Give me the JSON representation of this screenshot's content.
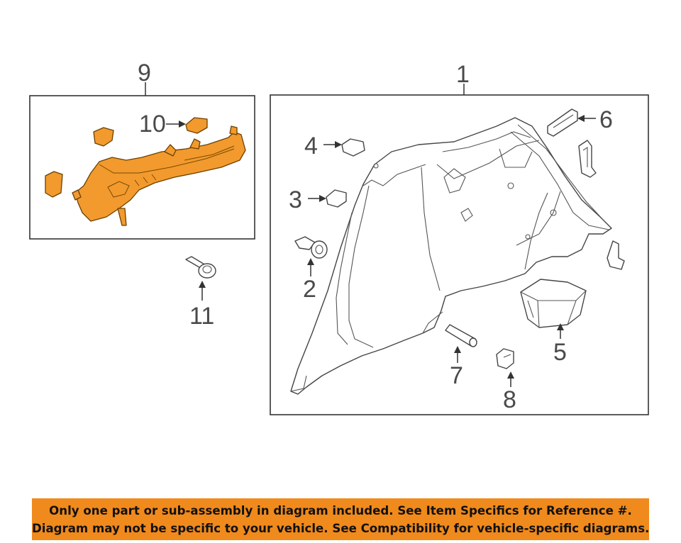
{
  "callouts": {
    "c1": "1",
    "c2": "2",
    "c3": "3",
    "c4": "4",
    "c5": "5",
    "c6": "6",
    "c7": "7",
    "c8": "8",
    "c9": "9",
    "c10": "10",
    "c11": "11"
  },
  "colors": {
    "highlight_part": "#f29a2e",
    "disclaimer_background": "#f08a1c"
  },
  "disclaimer": {
    "line1": "Only one part or sub-assembly in diagram included. See Item Specifics for Reference #.",
    "line2": "Diagram may not be specific to your vehicle. See Compatibility for vehicle-specific diagrams."
  }
}
